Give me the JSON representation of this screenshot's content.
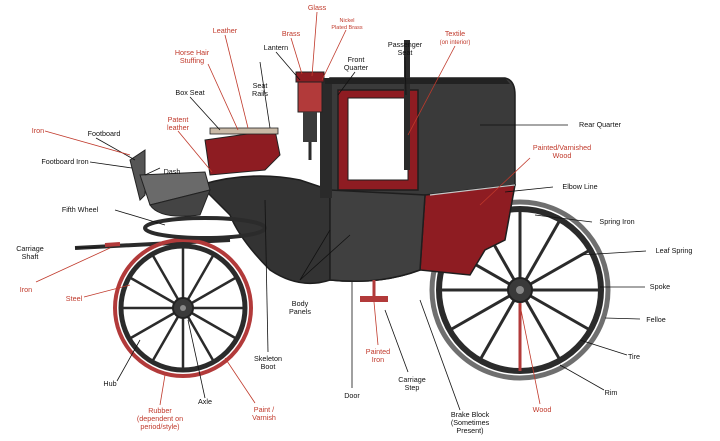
{
  "colors": {
    "black_label": "#111111",
    "red_label": "#c0392b",
    "body": "#3a3a3a",
    "body_dark": "#262626",
    "crimson": "#8e1c22",
    "wheel_red": "#b23a3a",
    "wheel_rim": "#9a9a9a"
  },
  "labels": {
    "leather": "Leather",
    "brass": "Brass",
    "glass": "Glass",
    "nickel_line1": "Nickel",
    "nickel_line2": "Plated Brass",
    "horse_hair_line1": "Horse Hair",
    "horse_hair_line2": "Stuffing",
    "lantern": "Lantern",
    "front_quarter_line1": "Front",
    "front_quarter_line2": "Quarter",
    "passenger_seat_line1": "Passenger",
    "passenger_seat_line2": "Seat",
    "textile_line1": "Textile",
    "textile_line2": "(on interior)",
    "box_seat": "Box Seat",
    "seat_rails_line1": "Seat",
    "seat_rails_line2": "Rails",
    "iron_top": "Iron",
    "footboard": "Footboard",
    "patent_leather_line1": "Patent",
    "patent_leather_line2": "leather",
    "rear_quarter": "Rear Quarter",
    "footboard_iron": "Footboard Iron",
    "dash": "Dash",
    "painted_varnished_line1": "Painted/Varnished",
    "painted_varnished_line2": "Wood",
    "elbow_line": "Elbow Line",
    "fifth_wheel": "Fifth Wheel",
    "spring_iron": "Spring Iron",
    "carriage_shaft_line1": "Carriage",
    "carriage_shaft_line2": "Shaft",
    "leaf_spring": "Leaf Spring",
    "iron_left": "Iron",
    "spoke": "Spoke",
    "steel": "Steel",
    "body_panels_line1": "Body",
    "body_panels_line2": "Panels",
    "felloe": "Felloe",
    "skeleton_boot_line1": "Skeleton",
    "skeleton_boot_line2": "Boot",
    "painted_iron_line1": "Painted",
    "painted_iron_line2": "Iron",
    "tire": "Tire",
    "hub": "Hub",
    "carriage_step_line1": "Carriage",
    "carriage_step_line2": "Step",
    "axle": "Axle",
    "door": "Door",
    "rim": "Rim",
    "brake_block_line1": "Brake Block",
    "brake_block_line2": "(Sometimes",
    "brake_block_line3": "Present)",
    "paint_varnish_line1": "Paint /",
    "paint_varnish_line2": "Varnish",
    "wood": "Wood",
    "rubber_line1": "Rubber",
    "rubber_line2": "(dependent on",
    "rubber_line3": "period/style)"
  }
}
